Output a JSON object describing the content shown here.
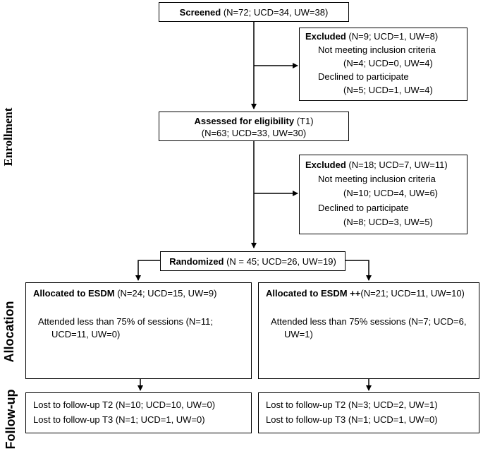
{
  "sections": {
    "enrollment": "Enrollment",
    "allocation": "Allocation",
    "followup": "Follow-up"
  },
  "screened": {
    "title": "Screened",
    "counts": " (N=72; UCD=34, UW=38)"
  },
  "excluded1": {
    "title": "Excluded",
    "counts": " (N=9; UCD=1, UW=8)",
    "reason1": "Not meeting inclusion criteria",
    "reason1_counts": "(N=4; UCD=0, UW=4)",
    "reason2": "Declined to participate",
    "reason2_counts": "(N=5; UCD=1, UW=4)"
  },
  "assessed": {
    "title": "Assessed for eligibility",
    "suffix": " (T1)",
    "counts": "(N=63; UCD=33, UW=30)"
  },
  "excluded2": {
    "title": "Excluded",
    "counts": " (N=18; UCD=7, UW=11)",
    "reason1": "Not meeting inclusion criteria",
    "reason1_counts": "(N=10; UCD=4, UW=6)",
    "reason2": "Declined to participate",
    "reason2_counts": "(N=8; UCD=3, UW=5)"
  },
  "randomized": {
    "title": "Randomized",
    "counts": " (N = 45; UCD=26, UW=19)"
  },
  "esdm": {
    "title": "Allocated to ESDM",
    "counts": " (N=24; UCD=15, UW=9)",
    "attended_line1": "Attended less than 75% of sessions (N=11;",
    "attended_line2": "UCD=11, UW=0)"
  },
  "esdmpp": {
    "title": "Allocated to ESDM ++",
    "counts": "(N=21; UCD=11, UW=10)",
    "attended_line1": "Attended less than 75% sessions (N=7; UCD=6,",
    "attended_line2": "UW=1)"
  },
  "followup_esdm": {
    "t2": "Lost to follow-up T2 (N=10; UCD=10, UW=0)",
    "t3": "Lost to follow-up T3 (N=1; UCD=1, UW=0)"
  },
  "followup_esdmpp": {
    "t2": "Lost to follow-up T2 (N=3; UCD=2, UW=1)",
    "t3": "Lost to follow-up T3 (N=1; UCD=1, UW=0)"
  }
}
